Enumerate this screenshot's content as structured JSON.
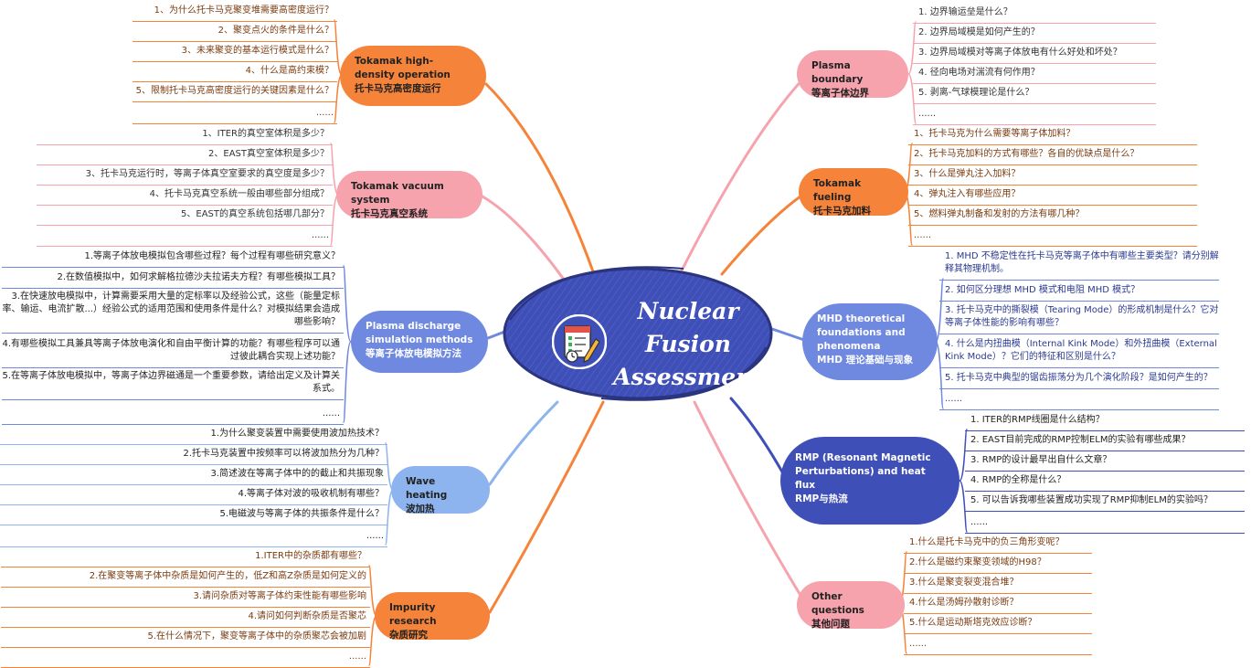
{
  "center": {
    "title_lines": [
      "Nuclear",
      "Fusion",
      "Assessment"
    ],
    "icon": "checklist-pencil-icon",
    "fill_color": "#3f4fb8"
  },
  "colors": {
    "orange": "#f5843a",
    "pink": "#f6a3ad",
    "blue": "#6f88e0",
    "lightblue": "#8db4ee"
  },
  "topics": {
    "high_density": {
      "en": "Tokamak high-density operation",
      "zh": "托卡马克高密度运行",
      "questions": [
        "1、为什么托卡马克聚变堆需要高密度运行？",
        "2、聚变点火的条件是什么？",
        "3、未来聚变的基本运行模式是什么？",
        "4、什么是高约束模？",
        "5、限制托卡马克高密度运行的关键因素是什么？",
        "......"
      ]
    },
    "vacuum": {
      "en": "Tokamak vacuum system",
      "zh": "托卡马克真空系统",
      "questions": [
        "1、ITER的真空室体积是多少？",
        "2、EAST真空室体积是多少？",
        "3、托卡马克运行时，等离子体真空室要求的真空度是多少？",
        "4、托卡马克真空系统一般由哪些部分组成？",
        "5、EAST的真空系统包括哪几部分？",
        "......"
      ]
    },
    "discharge": {
      "en": "Plasma discharge simulation methods",
      "zh": "等离子体放电模拟方法",
      "questions": [
        "1.等离子体放电模拟包含哪些过程？每个过程有哪些研究意义？",
        "2.在数值模拟中，如何求解格拉德沙夫拉诺夫方程？有哪些模拟工具？",
        "3.在快速放电模拟中，计算需要采用大量的定标率以及经验公式，这些（能量定标率、输运、电流扩散...）经验公式的适用范围和使用条件是什么？对模拟结果会造成哪些影响？",
        "4.有哪些模拟工具兼具等离子体放电演化和自由平衡计算的功能？有哪些程序可以通过彼此耦合实现上述功能？",
        "5.在等离子体放电模拟中，等离子体边界磁通是一个重要参数，请给出定义及计算关系式。",
        "......"
      ]
    },
    "wave": {
      "en": "Wave heating",
      "zh": "波加热",
      "questions": [
        "1.为什么聚变装置中需要使用波加热技术？",
        "2.托卡马克装置中按频率可以将波加热分为几种？",
        "3.简述波在等离子体中的的截止和共振现象",
        "4.等离子体对波的吸收机制有哪些？",
        "5.电磁波与等离子体的共振条件是什么？",
        "......"
      ]
    },
    "impurity": {
      "en": "Impurity research",
      "zh": "杂质研究",
      "questions": [
        "1.ITER中的杂质都有哪些？",
        "2.在聚变等离子体中杂质是如何产生的，低Z和高Z杂质是如何定义的",
        "3.请问杂质对等离子体约束性能有哪些影响",
        "4.请问如何判断杂质是否聚芯",
        "5.在什么情况下，聚变等离子体中的杂质聚芯会被加剧",
        "......"
      ]
    },
    "boundary": {
      "en": "Plasma boundary",
      "zh": "等离子体边界",
      "questions": [
        "1. 边界输运垒是什么？",
        "2. 边界局域模是如何产生的？",
        "3. 边界局域模对等离子体放电有什么好处和坏处？",
        "4. 径向电场对湍流有何作用？",
        "5. 剥离-气球模理论是什么？",
        "......"
      ]
    },
    "fueling": {
      "en": "Tokamak fueling",
      "zh": "托卡马克加料",
      "questions": [
        "1、托卡马克为什么需要等离子体加料？",
        "2、托卡马克加料的方式有哪些？各自的优缺点是什么？",
        "3、什么是弹丸注入加料？",
        "4、弹丸注入有哪些应用？",
        "5、燃料弹丸制备和发射的方法有哪几种？",
        "......"
      ]
    },
    "mhd": {
      "en": "MHD theoretical foundations and phenomena",
      "zh": "MHD 理论基础与现象",
      "questions": [
        "1. MHD 不稳定性在托卡马克等离子体中有哪些主要类型？请分别解释其物理机制。",
        "2. 如何区分理想 MHD 模式和电阻 MHD 模式？",
        "3. 托卡马克中的撕裂模（Tearing Mode）的形成机制是什么？它对等离子体性能的影响有哪些？",
        "4. 什么是内扭曲模（Internal Kink Mode）和外扭曲模（External Kink Mode）？它们的特征和区别是什么？",
        "5. 托卡马克中典型的锯齿振荡分为几个演化阶段？是如何产生的？",
        "......"
      ]
    },
    "rmp": {
      "en": "RMP (Resonant Magnetic Perturbations) and heat flux",
      "zh": "RMP与热流",
      "questions": [
        "1. ITER的RMP线圈是什么结构？",
        "2. EAST目前完成的RMP控制ELM的实验有哪些成果？",
        "3. RMP的设计最早出自什么文章？",
        "4. RMP的全称是什么？",
        "5. 可以告诉我哪些装置成功实现了RMP抑制ELM的实验吗？",
        "......"
      ]
    },
    "other": {
      "en": "Other questions",
      "zh": "其他问题",
      "questions": [
        "1.什么是托卡马克中的负三角形变呢？",
        "2.什么是磁约束聚变领域的H98？",
        "3.什么是聚变裂变混合堆？",
        "4.什么是汤姆孙散射诊断？",
        "5.什么是运动斯塔克效应诊断？",
        "......"
      ]
    }
  }
}
